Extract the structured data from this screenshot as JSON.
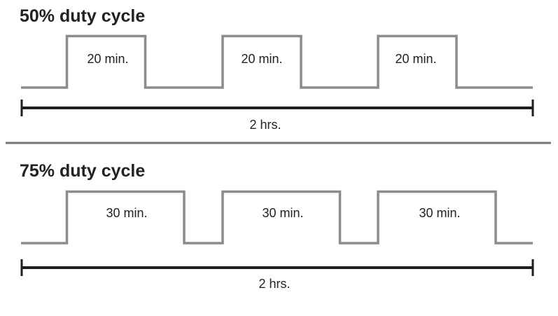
{
  "diagrams": [
    {
      "title": "50% duty cycle",
      "pulses": [
        {
          "label": "20 min."
        },
        {
          "label": "20 min."
        },
        {
          "label": "20 min."
        }
      ],
      "duty_cycle_fraction": 0.5,
      "span_label": "2 hrs."
    },
    {
      "title": "75% duty cycle",
      "pulses": [
        {
          "label": "30 min."
        },
        {
          "label": "30 min."
        },
        {
          "label": "30 min."
        }
      ],
      "duty_cycle_fraction": 0.75,
      "span_label": "2 hrs."
    }
  ],
  "colors": {
    "waveform": "#8c8c8c",
    "span_line": "#1e1e1e",
    "divider": "#777777",
    "text": "#222222"
  }
}
